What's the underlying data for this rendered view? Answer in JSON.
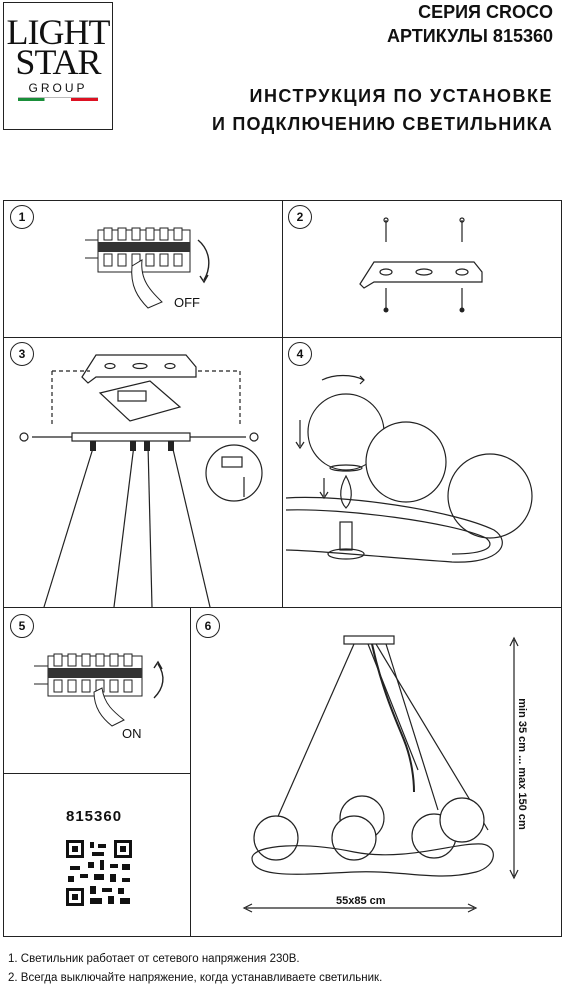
{
  "logo": {
    "line1": "LIGHT",
    "line2": "STAR",
    "line3": "GROUP"
  },
  "header": {
    "series": "СЕРИЯ CROCO",
    "articles": "АРТИКУЛЫ 815360",
    "title1": "ИНСТРУКЦИЯ ПО УСТАНОВКЕ",
    "title2": "И ПОДКЛЮЧЕНИЮ СВЕТИЛЬНИКА"
  },
  "steps": [
    "1",
    "2",
    "3",
    "4",
    "5",
    "6"
  ],
  "step1": {
    "label": "OFF"
  },
  "step5": {
    "label": "ON"
  },
  "step6": {
    "height": "min 35 cm ... max 150 cm",
    "width": "55x85 cm"
  },
  "article_code": "815360",
  "notes": [
    "1. Светильник работает от сетевого напряжения 230В.",
    "2. Всегда выключайте напряжение, когда устанавливаете светильник."
  ]
}
